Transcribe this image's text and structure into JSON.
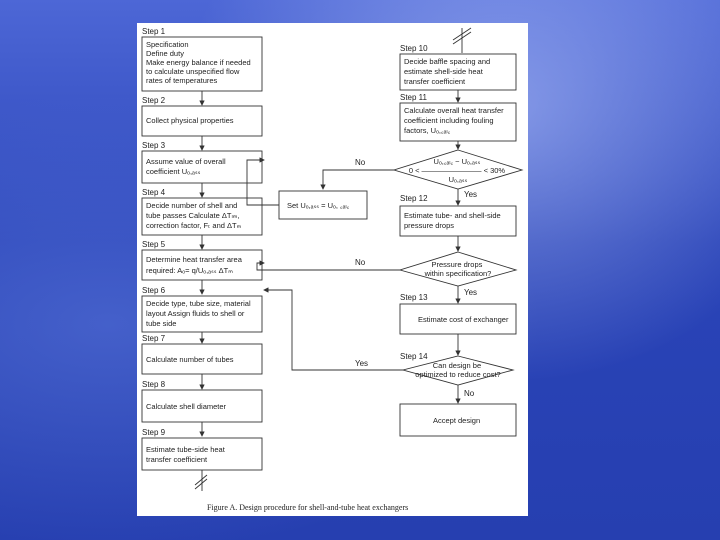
{
  "steps": {
    "s1": {
      "label": "Step 1",
      "lines": [
        "Specification",
        "Define duty",
        "Make energy balance if needed",
        "to calculate unspecified flow",
        "rates of temperatures"
      ]
    },
    "s2": {
      "label": "Step 2",
      "lines": [
        "Collect physical properties"
      ]
    },
    "s3": {
      "label": "Step 3",
      "lines": [
        "Assume value of overall",
        "coefficient Uₒ,ₐₛₛ"
      ]
    },
    "s4": {
      "label": "Step 4",
      "lines": [
        "Decide number of shell and",
        "tube passes Calculate  ΔTₗₘ,",
        "correction factor, Fₜ and  ΔTₘ"
      ]
    },
    "s5": {
      "label": "Step 5",
      "lines": [
        "Determine heat transfer area",
        "required:  Aₒ= q/Uₒ,ₐₛₛ ΔTₘ"
      ]
    },
    "s6": {
      "label": "Step 6",
      "lines": [
        "Decide type, tube size, material",
        "layout Assign fluids to shell or",
        "tube side"
      ]
    },
    "s7": {
      "label": "Step 7",
      "lines": [
        "Calculate number of tubes"
      ]
    },
    "s8": {
      "label": "Step 8",
      "lines": [
        "Calculate shell diameter"
      ]
    },
    "s9": {
      "label": "Step 9",
      "lines": [
        "Estimate tube-side heat",
        "transfer coefficient"
      ]
    },
    "s10": {
      "label": "Step 10",
      "lines": [
        "Decide baffle spacing and",
        "estimate shell-side heat",
        "transfer coefficient"
      ]
    },
    "s11": {
      "label": "Step 11",
      "lines": [
        "Calculate overall heat transfer",
        "coefficient including fouling",
        "factors, Uₒ,꜀ₐₗ꜀"
      ]
    },
    "s12": {
      "label": "Step 12",
      "lines": [
        "Estimate tube- and shell-side",
        "pressure drops"
      ]
    },
    "s13": {
      "label": "Step 13",
      "lines": [
        "Estimate cost of exchanger"
      ]
    },
    "s14": {
      "label": "Step 14",
      "lines": []
    },
    "accept": {
      "lines": [
        "Accept design"
      ]
    }
  },
  "set_box": {
    "text": "Set Uₒ,ₐₛₛ = Uₒ, ꜀ₐₗ꜀"
  },
  "decisions": {
    "d1": {
      "lines": [
        "Uₒ,꜀ₐₗ꜀ − Uₒ,ₐₛₛ",
        "0 <  ————————  < 30%",
        "Uₒ,ₐₛₛ"
      ]
    },
    "d2": {
      "lines": [
        "Pressure drops",
        "within specification?"
      ]
    },
    "d3": {
      "lines": [
        "Can design be",
        "optimized to reduce cost?"
      ]
    }
  },
  "edge_labels": {
    "no1": "No",
    "yes1": "Yes",
    "no2": "No",
    "yes2": "Yes",
    "yes3": "Yes",
    "no3": "No"
  },
  "caption": "Figure A.   Design procedure for shell-and-tube heat exchangers"
}
